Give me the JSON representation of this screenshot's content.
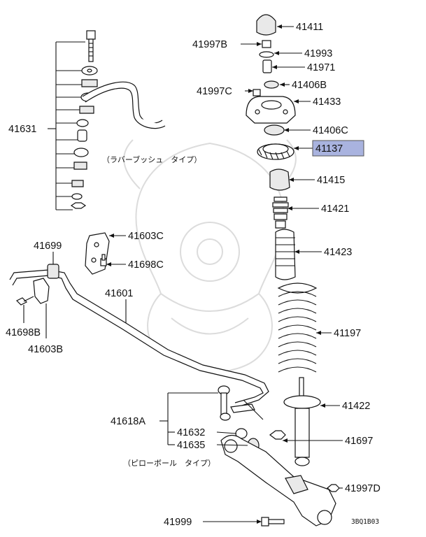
{
  "callouts": {
    "p41411": "41411",
    "p41997b": "41997B",
    "p41993": "41993",
    "p41971": "41971",
    "p41997c": "41997C",
    "p41406b": "41406B",
    "p41433": "41433",
    "p41406c": "41406C",
    "p41137": "41137",
    "p41415": "41415",
    "p41421": "41421",
    "p41423": "41423",
    "p41197": "41197",
    "p41422": "41422",
    "p41697": "41697",
    "p41997d": "41997D",
    "p41999": "41999",
    "p41631": "41631",
    "p41603c": "41603C",
    "p41698c": "41698C",
    "p41699": "41699",
    "p41601": "41601",
    "p41698b": "41698B",
    "p41603b": "41603B",
    "p41618a": "41618A",
    "p41632": "41632",
    "p41635": "41635"
  },
  "notes": {
    "rubber_bush_type": "（ラバーブッシュ　タイプ）",
    "pillow_ball_type": "（ピローボール　タイプ）"
  },
  "diagram_code": "3BQ1B03",
  "highlight": {
    "part": "41137",
    "color": "#a9b3df"
  }
}
